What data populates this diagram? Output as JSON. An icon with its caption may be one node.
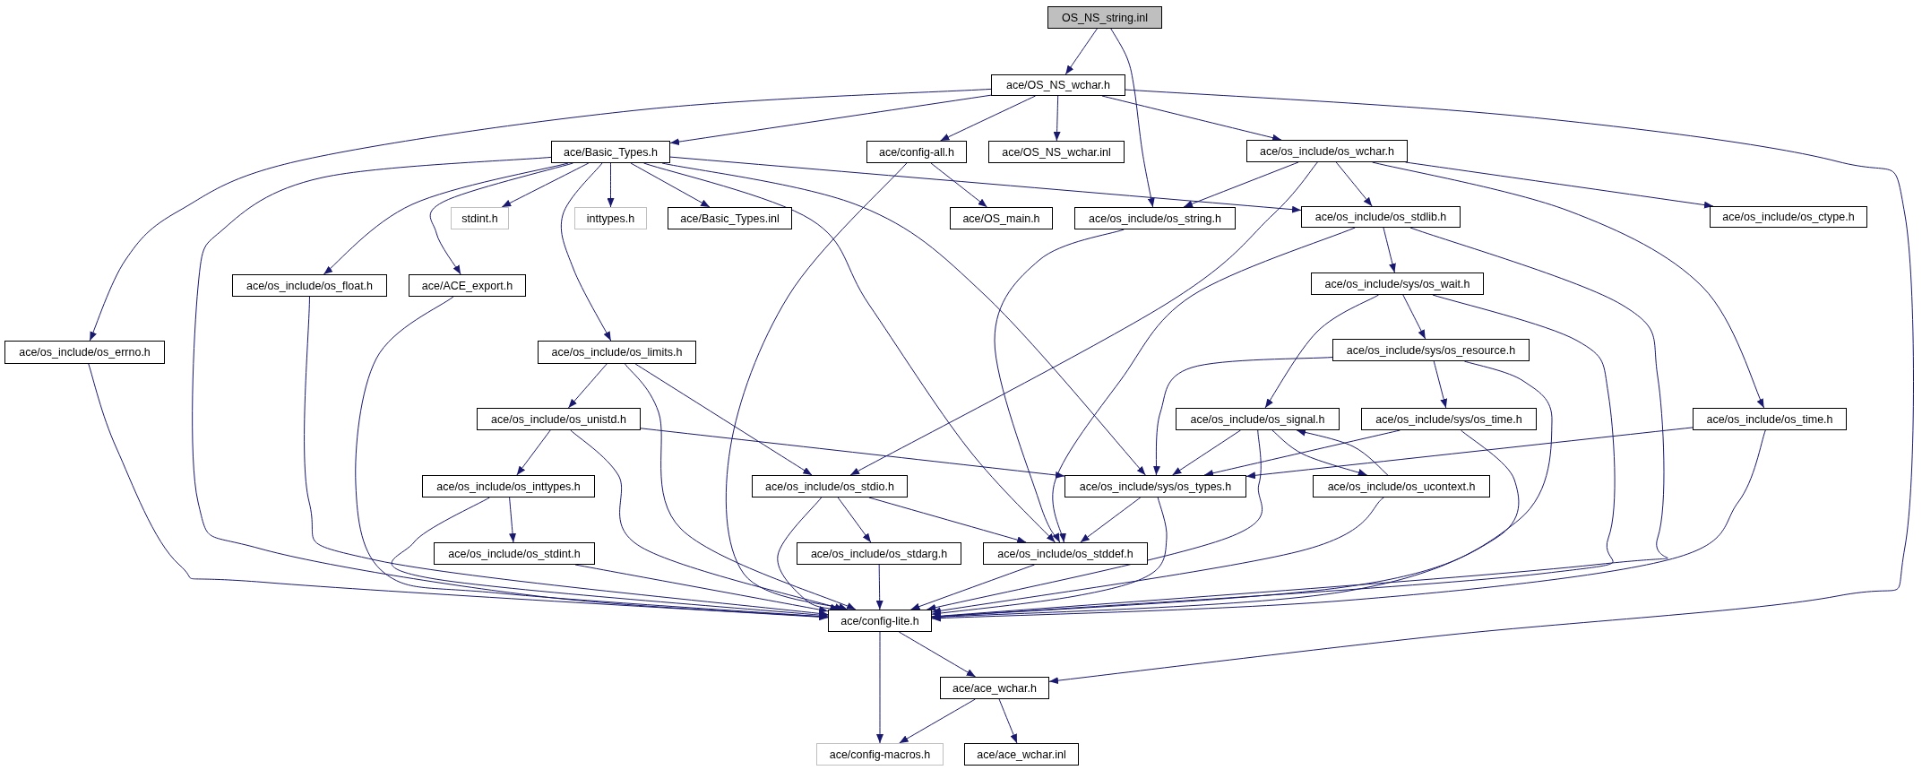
{
  "diagram": {
    "nodes": [
      {
        "text": [
          "OS_NS_string.inl"
        ]
      },
      {
        "text": [
          "ace/OS_NS_wchar.h"
        ]
      },
      {
        "text": [
          "ace/Basic_Types.h"
        ]
      },
      {
        "text": [
          "ace/config-all.h"
        ]
      },
      {
        "text": [
          "ace/OS_NS_wchar.inl"
        ]
      },
      {
        "text": [
          "ace/os_include/os_wchar.h"
        ]
      },
      {
        "text": [
          "stdint.h"
        ]
      },
      {
        "text": [
          "inttypes.h"
        ]
      },
      {
        "text": [
          "ace/Basic_Types.inl"
        ]
      },
      {
        "text": [
          "ace/OS_main.h"
        ]
      },
      {
        "text": [
          "ace/os_include/os_string.h"
        ]
      },
      {
        "text": [
          "ace/os_include/os_stdlib.h"
        ]
      },
      {
        "text": [
          "ace/os_include/os_ctype.h"
        ]
      },
      {
        "text": [
          "ace/os_include/os_float.h"
        ]
      },
      {
        "text": [
          "ace/ACE_export.h"
        ]
      },
      {
        "text": [
          "ace/os_include/sys/os_wait.h"
        ]
      },
      {
        "text": [
          "ace/os_include/os_errno.h"
        ]
      },
      {
        "text": [
          "ace/os_include/os_limits.h"
        ]
      },
      {
        "text": [
          "ace/os_include/sys/os_resource.h"
        ]
      },
      {
        "text": [
          "ace/os_include/os_unistd.h"
        ]
      },
      {
        "text": [
          "ace/os_include/os_signal.h"
        ]
      },
      {
        "text": [
          "ace/os_include/sys/os_time.h"
        ]
      },
      {
        "text": [
          "ace/os_include/os_time.h"
        ]
      },
      {
        "text": [
          "ace/os_include/os_inttypes.h"
        ]
      },
      {
        "text": [
          "ace/os_include/os_stdio.h"
        ]
      },
      {
        "text": [
          "ace/os_include/sys/os_types.h"
        ]
      },
      {
        "text": [
          "ace/os_include/os_ucontext.h"
        ]
      },
      {
        "text": [
          "ace/os_include/os_stdint.h"
        ]
      },
      {
        "text": [
          "ace/os_include/os_stdarg.h"
        ]
      },
      {
        "text": [
          "ace/os_include/os_stddef.h"
        ]
      },
      {
        "text": [
          "ace/config-lite.h"
        ]
      },
      {
        "text": [
          "ace/ace_wchar.h"
        ]
      },
      {
        "text": [
          "ace/config-macros.h"
        ]
      },
      {
        "text": [
          "ace/ace_wchar.inl"
        ]
      }
    ],
    "edges": [
      {
        "from": 0,
        "to": 1,
        "arrow": "to"
      },
      {
        "from": 0,
        "to": 10,
        "arrow": "to"
      },
      {
        "from": 1,
        "to": 2,
        "arrow": "to"
      },
      {
        "from": 1,
        "to": 3,
        "arrow": "to"
      },
      {
        "from": 1,
        "to": 4,
        "arrow": "to"
      },
      {
        "from": 1,
        "to": 5,
        "arrow": "to"
      },
      {
        "from": 1,
        "to": 16,
        "arrow": "to"
      },
      {
        "from": 1,
        "to": 31,
        "arrow": "to"
      },
      {
        "from": 2,
        "to": 6,
        "arrow": "to"
      },
      {
        "from": 2,
        "to": 7,
        "arrow": "to"
      },
      {
        "from": 2,
        "to": 8,
        "arrow": "to"
      },
      {
        "from": 2,
        "to": 13,
        "arrow": "to"
      },
      {
        "from": 2,
        "to": 14,
        "arrow": "to"
      },
      {
        "from": 2,
        "to": 17,
        "arrow": "to"
      },
      {
        "from": 2,
        "to": 30,
        "arrow": "to"
      },
      {
        "from": 2,
        "to": 11,
        "arrow": "to"
      },
      {
        "from": 2,
        "to": 25,
        "arrow": "to"
      },
      {
        "from": 2,
        "to": 29,
        "arrow": "to"
      },
      {
        "from": 3,
        "to": 9,
        "arrow": "to"
      },
      {
        "from": 3,
        "to": 30,
        "arrow": "to"
      },
      {
        "from": 5,
        "to": 10,
        "arrow": "to"
      },
      {
        "from": 5,
        "to": 11,
        "arrow": "to"
      },
      {
        "from": 5,
        "to": 12,
        "arrow": "to"
      },
      {
        "from": 5,
        "to": 24,
        "arrow": "to"
      },
      {
        "from": 5,
        "to": 22,
        "arrow": "to"
      },
      {
        "from": 10,
        "to": 29,
        "arrow": "to"
      },
      {
        "from": 11,
        "to": 15,
        "arrow": "to"
      },
      {
        "from": 11,
        "to": 29,
        "arrow": "to"
      },
      {
        "from": 11,
        "to": 30,
        "arrow": "to"
      },
      {
        "from": 13,
        "to": 30,
        "arrow": "to"
      },
      {
        "from": 14,
        "to": 30,
        "arrow": "to"
      },
      {
        "from": 15,
        "to": 18,
        "arrow": "to"
      },
      {
        "from": 15,
        "to": 20,
        "arrow": "to"
      },
      {
        "from": 15,
        "to": 30,
        "arrow": "to"
      },
      {
        "from": 16,
        "to": 30,
        "arrow": "to"
      },
      {
        "from": 17,
        "to": 19,
        "arrow": "to"
      },
      {
        "from": 17,
        "to": 24,
        "arrow": "to"
      },
      {
        "from": 17,
        "to": 30,
        "arrow": "to"
      },
      {
        "from": 18,
        "to": 21,
        "arrow": "to"
      },
      {
        "from": 18,
        "to": 25,
        "arrow": "to"
      },
      {
        "from": 18,
        "to": 30,
        "arrow": "to"
      },
      {
        "from": 19,
        "to": 23,
        "arrow": "to"
      },
      {
        "from": 19,
        "to": 25,
        "arrow": "to"
      },
      {
        "from": 19,
        "to": 30,
        "arrow": "to"
      },
      {
        "from": 20,
        "to": 25,
        "arrow": "to"
      },
      {
        "from": 20,
        "to": 26,
        "arrow": "to"
      },
      {
        "from": 26,
        "to": 20,
        "arrow": "to"
      },
      {
        "from": 20,
        "to": 30,
        "arrow": "to"
      },
      {
        "from": 21,
        "to": 25,
        "arrow": "to"
      },
      {
        "from": 21,
        "to": 30,
        "arrow": "to"
      },
      {
        "from": 22,
        "to": 25,
        "arrow": "to"
      },
      {
        "from": 22,
        "to": 30,
        "arrow": "to"
      },
      {
        "from": 23,
        "to": 27,
        "arrow": "to"
      },
      {
        "from": 23,
        "to": 30,
        "arrow": "to"
      },
      {
        "from": 24,
        "to": 28,
        "arrow": "to"
      },
      {
        "from": 24,
        "to": 29,
        "arrow": "to"
      },
      {
        "from": 24,
        "to": 30,
        "arrow": "to"
      },
      {
        "from": 25,
        "to": 29,
        "arrow": "to"
      },
      {
        "from": 25,
        "to": 30,
        "arrow": "to"
      },
      {
        "from": 26,
        "to": 30,
        "arrow": "to"
      },
      {
        "from": 27,
        "to": 30,
        "arrow": "to"
      },
      {
        "from": 28,
        "to": 30,
        "arrow": "to"
      },
      {
        "from": 29,
        "to": 30,
        "arrow": "to"
      },
      {
        "from": 30,
        "to": 32,
        "arrow": "to"
      },
      {
        "from": 30,
        "to": 31,
        "arrow": "to"
      },
      {
        "from": 31,
        "to": 32,
        "arrow": "to"
      },
      {
        "from": 31,
        "to": 33,
        "arrow": "to"
      }
    ]
  }
}
